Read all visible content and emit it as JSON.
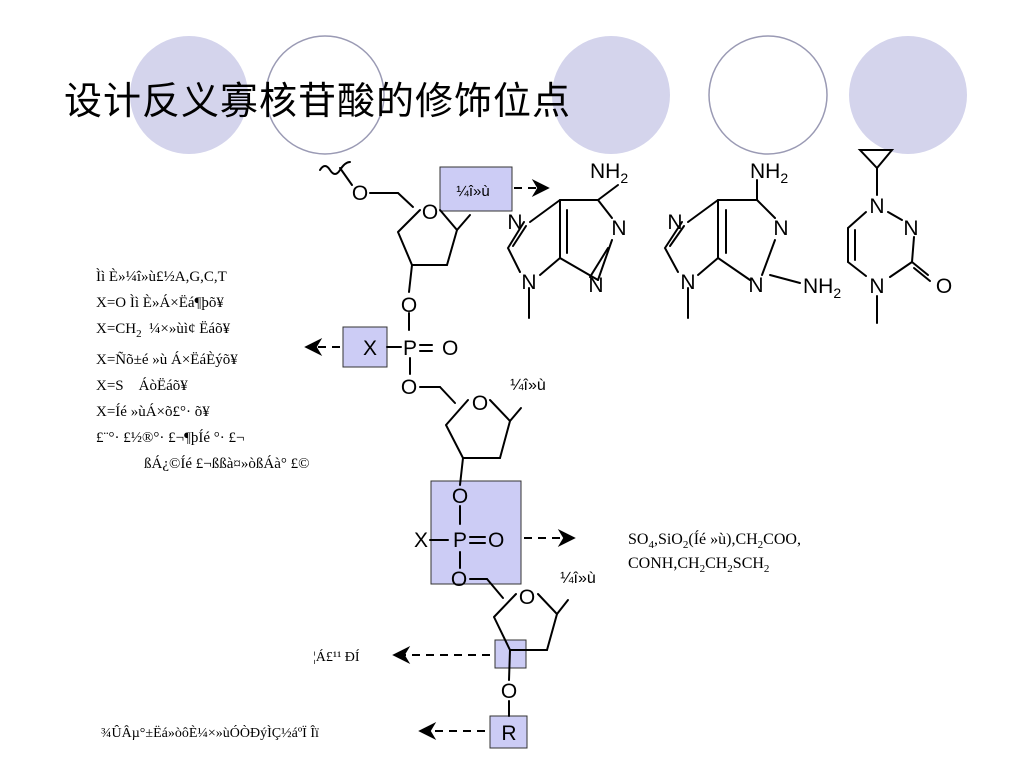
{
  "slide": {
    "title": "设计反义寡核苷酸的修饰位点"
  },
  "labels": {
    "base_box": "¼î»ù",
    "base_label_2": "¼î»ù",
    "base_label_3": "¼î»ù",
    "x_main": "X",
    "x_box": "X",
    "o": "O",
    "p": "P",
    "eq_o": "=O",
    "r": "R",
    "n": "N",
    "nh2": "NH",
    "sub2": "2"
  },
  "left_notes": {
    "line1": "Ìì È»¼î»ù£½A,G,C,T",
    "line2": "X=O   Ìì È»Á×Ëá¶þõ¥",
    "line3_a": "X=CH",
    "line3_sub": "2",
    "line3_b": "  ¼×»ùì¢ Ëáõ¥",
    "line4": "X=Ñõ±é »ù  Á×ËáÈýõ¥",
    "line5": "X=S    ÁòËáõ¥",
    "line6": "X=Íé »ùÁ×õ£°· õ¥",
    "line7": "£¨°· £½®°· £¬¶þÍé °· £¬",
    "line8": "ßÁ¿©Íé £¬ßßà¤»òßÁà° £©"
  },
  "right_note": {
    "l1_a": "SO",
    "l1_s1": "4",
    "l1_b": ",SiO",
    "l1_s2": "2",
    "l1_c": "(Íé »ù),CH",
    "l1_s3": "2",
    "l1_d": "COO,",
    "l2_a": "CONH,CH",
    "l2_s1": "2",
    "l2_b": "CH",
    "l2_s2": "2",
    "l2_c": "SCH",
    "l2_s3": "2"
  },
  "bottom_notes": {
    "sugar": "¦Á£­¹¹ ÐÍ",
    "tail": "¾ÛÂµ°±Ëá»òôÈ¼×»ùÓÒÐýÌÇ½áºÏ Îï"
  },
  "colors": {
    "circle_fill": "#d4d4ec",
    "circle_stroke": "#9a9ab4",
    "highlight_fill": "#ccccf5",
    "highlight_stroke": "#333333"
  }
}
